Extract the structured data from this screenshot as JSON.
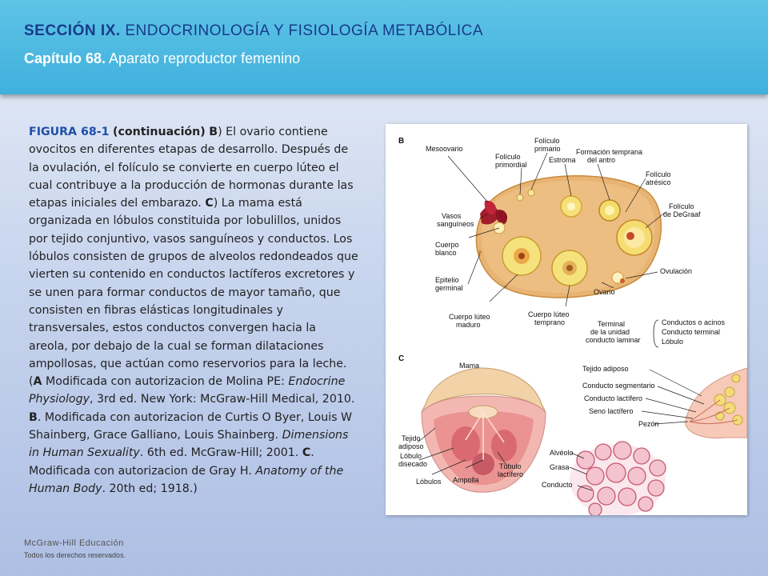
{
  "header": {
    "section_label": "SECCIÓN IX.",
    "section_title": "ENDOCRINOLOGÍA Y FISIOLOGÍA METABÓLICA",
    "chapter_label": "Capítulo 68.",
    "chapter_title": "Aparato reproductor femenino"
  },
  "caption": {
    "fig_label": "FIGURA 68-1",
    "cont": "(continuación)",
    "b": "B",
    "t1": ") El ovario contiene ovocitos en diferentes etapas de desarrollo. Después de la ovulación, el folículo se convierte en cuerpo lúteo el cual contribuye a la producción de hormonas durante las etapas iniciales del embarazo. ",
    "c": "C",
    "t2": ") La mama está organizada en lóbulos constituida por lobulillos, unidos por tejido conjuntivo, vasos sanguíneos y conductos. Los lóbulos consisten de grupos de alveolos redondeados que vierten su contenido en conductos lactíferos excretores y se unen para formar conductos de mayor tamaño, que consisten en fibras elásticas longitudinales y transversales, estos conductos convergen hacia la areola, por debajo de la cual se forman dilataciones ampollosas, que actúan como reservorios para la leche. (",
    "a_ref": "A",
    "t3": " Modificada con autorizacion de Molina PE: ",
    "book1": "Endocrine Physiology",
    "t4": ", 3rd ed. New York: McGraw-Hill Medical, 2010. ",
    "b_ref": "B",
    "t5": ". Modificada con autorizacion de Curtis O Byer, Louis W Shainberg, Grace Galliano, Louis Shainberg. ",
    "book2": "Dimensions in Human Sexuality",
    "t6": ". 6th ed. McGraw-Hill; 2001. ",
    "c_ref": "C",
    "t7": ". Modificada con autorizacion de Gray H. ",
    "book3": "Anatomy of the Human Body",
    "t8": ". 20th ed; 1918.)"
  },
  "figure": {
    "panel_b": "B",
    "panel_c": "C",
    "labels_b": {
      "mesoovario": "Mesoovario",
      "foliculo_primordial_1": "Folículo",
      "foliculo_primordial_2": "primordial",
      "foliculo_primario_1": "Folículo",
      "foliculo_primario_2": "primario",
      "estroma": "Estroma",
      "formacion_1": "Formación temprana",
      "formacion_2": "del antro",
      "atresico_1": "Folículo",
      "atresico_2": "atrésico",
      "degraaf_1": "Folículo",
      "degraaf_2": "de DeGraaf",
      "vasos_1": "Vasos",
      "vasos_2": "sanguíneos",
      "blanco_1": "Cuerpo",
      "blanco_2": "blanco",
      "epitelio_1": "Epitelio",
      "epitelio_2": "germinal",
      "ovulacion": "Ovulación",
      "ovario": "Ovario",
      "luteo_maduro_1": "Cuerpo lúteo",
      "luteo_maduro_2": "maduro",
      "luteo_temprano_1": "Cuerpo lúteo",
      "luteo_temprano_2": "temprano"
    },
    "labels_c": {
      "terminal_1": "Terminal",
      "terminal_2": "de la unidad",
      "terminal_3": "conducto laminar",
      "conductos_acinos": "Conductos o acinos",
      "conducto_terminal": "Conducto terminal",
      "lobulo": "Lóbulo",
      "mama": "Mama",
      "tejido_adiposo": "Tejido adiposo",
      "conducto_segmentario": "Conducto segmentario",
      "conducto_lactifero": "Conducto lactífero",
      "seno_lactifero": "Seno lactífero",
      "pezon": "Pezón",
      "tejido_adiposo_left_1": "Tejido",
      "tejido_adiposo_left_2": "adiposo",
      "lobulo_disecado_1": "Lóbulo",
      "lobulo_disecado_2": "disecado",
      "lobulos": "Lóbulos",
      "ampolla": "Ampolla",
      "tubulo_1": "Túbulo",
      "tubulo_2": "lactífero",
      "alveolo": "Alvéolo",
      "grasa": "Grasa",
      "conducto": "Conducto"
    }
  },
  "footer": {
    "brand": "McGraw-Hill Educación",
    "rights": "Todos los derechos reservados."
  }
}
